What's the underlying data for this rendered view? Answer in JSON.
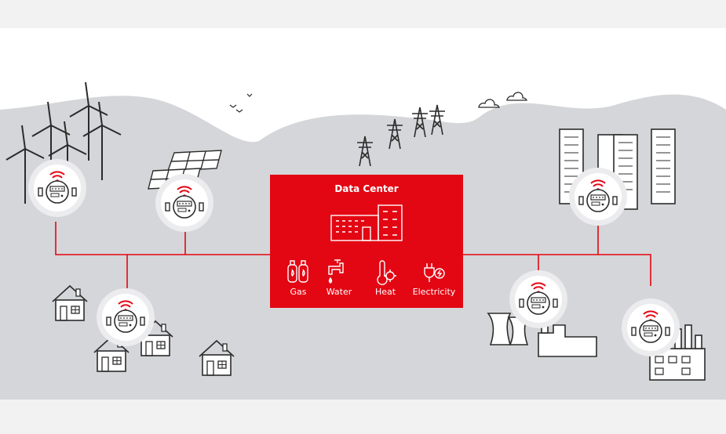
{
  "data_center": {
    "title": "Data Center",
    "utilities": [
      {
        "label": "Gas",
        "icon": "gas-cylinders-icon"
      },
      {
        "label": "Water",
        "icon": "water-tap-icon"
      },
      {
        "label": "Heat",
        "icon": "thermometer-heat-icon"
      },
      {
        "label": "Electricity",
        "icon": "electric-plug-icon"
      }
    ]
  },
  "colors": {
    "accent": "#e30613",
    "landscape": "#d5d6d9",
    "sky": "#ffffff",
    "band": "#f2f2f3",
    "line_art": "#2b2b2b"
  },
  "meter_locations": [
    "wind-farm",
    "solar-panels",
    "houses",
    "office-buildings",
    "power-plant",
    "factory"
  ]
}
